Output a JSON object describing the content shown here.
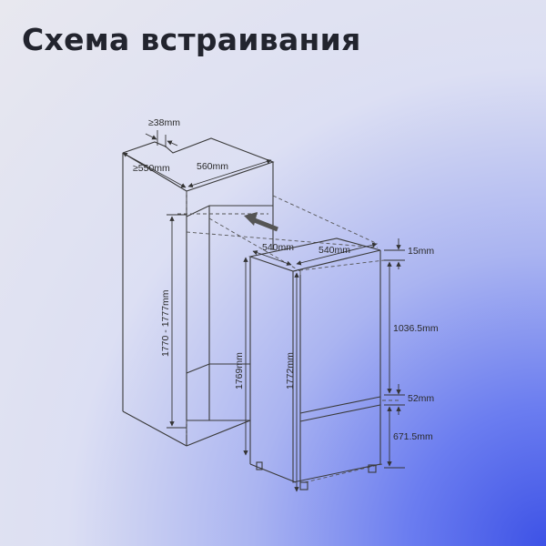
{
  "title": "Схема встраивания",
  "dims": {
    "gap_top": "≥38mm",
    "niche_depth": "≥550mm",
    "niche_width": "560mm",
    "fridge_depth": "540mm",
    "fridge_width": "540mm",
    "top_gap": "15mm",
    "upper_door": "1036.5mm",
    "mid_gap": "52mm",
    "lower_door": "671.5mm",
    "niche_height": "1770 - 1777mm",
    "opening_height": "1769mm",
    "fridge_height": "1772mm"
  }
}
